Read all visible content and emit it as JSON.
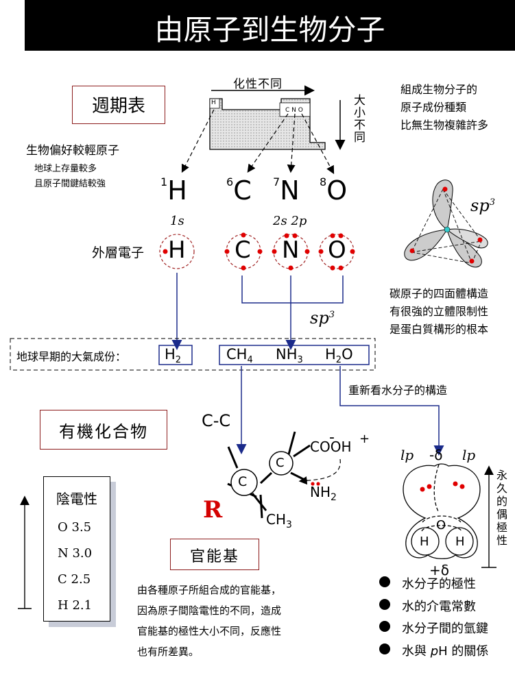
{
  "title": "由原子到生物分子",
  "periodic": {
    "box_label": "週期表",
    "top_label": "化性不同",
    "side_label_chars": [
      "大",
      "小",
      "不",
      "同"
    ],
    "cell_h": "H",
    "cell_cno": "C N O",
    "note_title": "生物偏好較輕原子",
    "note_line1": "地球上存量較多",
    "note_line2": "且原子間鍵結較強"
  },
  "right_note": {
    "line1": "組成生物分子的",
    "line2": "原子成份種類",
    "line3": "比無生物複雜許多"
  },
  "elements": [
    {
      "num": "1",
      "sym": "H"
    },
    {
      "num": "6",
      "sym": "C"
    },
    {
      "num": "7",
      "sym": "N"
    },
    {
      "num": "8",
      "sym": "O"
    }
  ],
  "orbitals": {
    "h": "1s",
    "cno": "2s 2p"
  },
  "outer_label": "外層電子",
  "outer_syms": [
    "H",
    "C",
    "N",
    "O"
  ],
  "sp3": {
    "base": "sp",
    "exp": "3"
  },
  "tetra_note": {
    "line1": "碳原子的四面體構造",
    "line2": "有很強的立體限制性",
    "line3": "是蛋白質構形的根本"
  },
  "atmosphere": {
    "label": "地球早期的大氣成份：",
    "h2": {
      "base": "H",
      "sub": "2"
    },
    "ch4": {
      "base": "CH",
      "sub": "4"
    },
    "nh3": {
      "base": "NH",
      "sub": "3"
    },
    "h2o": {
      "base": "H",
      "sub": "2",
      "tail": "O"
    }
  },
  "water_link": "重新看水分子的構造",
  "cc_label": "C-C",
  "organic_label": "有機化合物",
  "molecule": {
    "c": "C",
    "r": "R",
    "cooh": "COOH",
    "minus": "-",
    "plus": "+",
    "nh2": {
      "base": "NH",
      "sub": "2"
    },
    "ch3": {
      "base": "CH",
      "sub": "3"
    }
  },
  "functional_label": "官能基",
  "functional_desc": [
    "由各種原子所組合成的官能基，",
    "因為原子間陰電性的不同，造成",
    "官能基的極性大小不同，反應性",
    "也有所差異。"
  ],
  "electroneg": {
    "header": "陰電性",
    "rows": [
      {
        "el": "O",
        "val": "3.5"
      },
      {
        "el": "N",
        "val": "3.0"
      },
      {
        "el": "C",
        "val": "2.5"
      },
      {
        "el": "H",
        "val": "2.1"
      }
    ]
  },
  "water": {
    "lp": "lp",
    "delta_minus": "-δ",
    "delta_plus": "+δ",
    "o": "O",
    "h": "H",
    "side_chars": [
      "永",
      "久",
      "的",
      "偶",
      "極",
      "性"
    ]
  },
  "bullets": [
    {
      "text": "水分子的極性"
    },
    {
      "text": "水的介電常數"
    },
    {
      "text": "水分子間的氫鍵"
    },
    {
      "pre": "水與 ",
      "em": "p",
      "post": "H 的關係"
    }
  ],
  "colors": {
    "electron": "#e00000",
    "arrow_blue": "#1a2a8a",
    "box_border": "#8b1a1a",
    "r_color": "#d40000"
  }
}
